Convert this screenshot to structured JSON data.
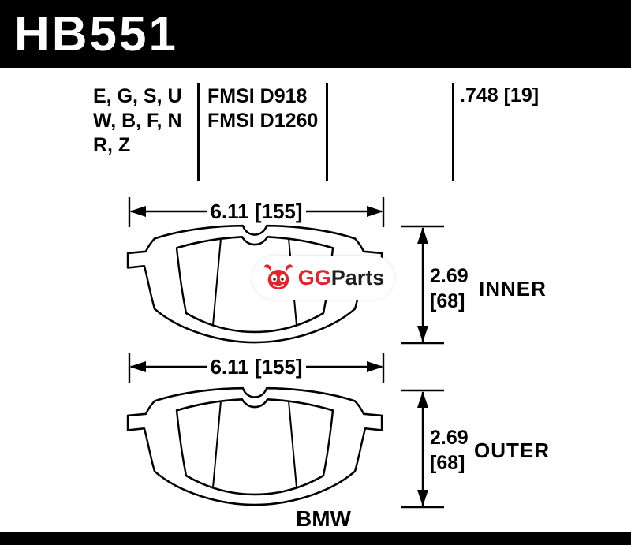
{
  "header": {
    "part_number": "HB551"
  },
  "spec_table": {
    "compound_codes": [
      "E, G, S, U",
      "W, B, F, N",
      "R, Z"
    ],
    "fmsi_numbers": [
      "FMSI D918",
      "FMSI D1260"
    ],
    "pad_thickness": ".748 [19]"
  },
  "inner_pad": {
    "width_dim": "6.11 [155]",
    "thickness_in": "2.69",
    "thickness_mm": "[68]",
    "label": "INNER"
  },
  "outer_pad": {
    "width_dim": "6.11 [155]",
    "thickness_in": "2.69",
    "thickness_mm": "[68]",
    "label": "OUTER"
  },
  "watermark": {
    "gg": "GG",
    "parts": "Parts"
  },
  "footer": {
    "vehicle": "BMW"
  },
  "colors": {
    "logo_red": "#e62129",
    "ink": "#000000",
    "background": "#ffffff"
  }
}
